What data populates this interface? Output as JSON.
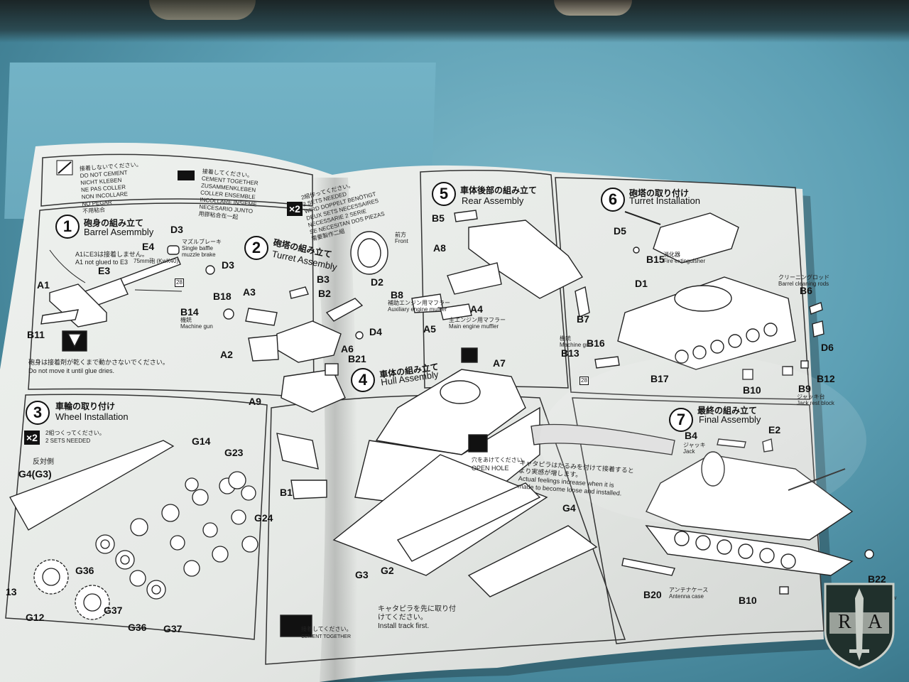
{
  "cement_legend": {
    "do_not_cement": [
      "接着しないでください。",
      "DO NOT CEMENT",
      "NICHT KLEBEN",
      "NE PAS COLLER",
      "NON INCOLLARE",
      "NO PEGAR",
      "不用粘合"
    ],
    "cement_together": [
      "接着してください。",
      "CEMENT TOGETHER",
      "ZUSAMMENKLEBEN",
      "COLLER ENSEMBLE",
      "INCOLLARE INSIEME",
      "NECESARIO JUNTO",
      "用膠粘合在一起"
    ],
    "sets_badge": "×2",
    "sets_needed": [
      "2組作ってください。",
      "2 SETS NEEDED",
      "WIRD DOPPELT BENÖTIGT",
      "DEUX SETS NECESSAIRES",
      "NECESSARIE 2 SERIE",
      "SE NECESITAN DOS PIEZAS",
      "需要製作二組"
    ]
  },
  "steps": [
    {
      "num": "1",
      "title_jp": "砲身の組み立て",
      "title_en": "Barrel Asemmbly"
    },
    {
      "num": "2",
      "title_jp": "砲塔の組み立て",
      "title_en": "Turret Assembly"
    },
    {
      "num": "3",
      "title_jp": "車輪の取り付け",
      "title_en": "Wheel Installation"
    },
    {
      "num": "4",
      "title_jp": "車体の組み立て",
      "title_en": "Hull Assembly"
    },
    {
      "num": "5",
      "title_jp": "車体後部の組み立て",
      "title_en": "Rear Assembly"
    },
    {
      "num": "6",
      "title_jp": "砲塔の取り付け",
      "title_en": "Turret Installation"
    },
    {
      "num": "7",
      "title_jp": "最終の組み立て",
      "title_en": "Final Assembly"
    }
  ],
  "step1": {
    "parts": [
      "D3",
      "E4",
      "E3",
      "A1",
      "B11",
      "B14",
      "D3"
    ],
    "muzzle_brake": [
      "マズルブレーキ",
      "Single baffle",
      "muzzle brake"
    ],
    "barrel_note": "75mm砲 (KwK40)",
    "glue_note_jp": "A1にE3は接着しません。",
    "glue_note_en": "A1 not glued to E3",
    "machine_gun": [
      "機銃",
      "Machine gun"
    ],
    "dry_note_jp": "砲身は接着剤が乾くまで動かさないでください。",
    "dry_note_en": "Do not move it until glue dries.",
    "small_box": "28"
  },
  "step2": {
    "parts": [
      "B3",
      "D2",
      "B2",
      "B18",
      "A3",
      "D4",
      "A6",
      "A2",
      "B21",
      "A9"
    ],
    "front_jp": "前方",
    "front_en": "Front"
  },
  "step3": {
    "badge": "×2",
    "note_jp": "2組つくってください。",
    "note_en": "2 SETS NEEDED",
    "side_jp": "反対側",
    "parts": [
      "G14",
      "G23",
      "G4(G3)",
      "G24",
      "G36",
      "G37",
      "13",
      "G12",
      "G36",
      "G37"
    ]
  },
  "step4": {
    "parts": [
      "A7",
      "B1",
      "G3",
      "G2",
      "G4"
    ],
    "open_hole_jp": "穴をあけてください。",
    "open_hole_en": "OPEN HOLE",
    "track_note_jp": [
      "キャタピラを先に取り付",
      "けてください。"
    ],
    "track_note_en": "Install track first.",
    "cement_jp": "接着してください。",
    "cement_en": "CEMENT TOGETHER",
    "track_sag_jp": [
      "キャタピラはたるみを付けて接着すると",
      "より実感が増します。"
    ],
    "track_sag_en": [
      "Actual feelings increase when it is",
      "made to become loose and installed."
    ]
  },
  "step5": {
    "parts": [
      "B5",
      "A8",
      "B8",
      "A4",
      "A5",
      "B7"
    ],
    "aux_muffler": [
      "補助エンジン用マフラー",
      "Auxiliary engine muffler"
    ],
    "main_muffler": [
      "主エンジン用マフラー",
      "Main engine muffler"
    ]
  },
  "step6": {
    "parts": [
      "D5",
      "B15",
      "D1",
      "B6",
      "B16",
      "B13",
      "B17",
      "B10",
      "B9",
      "B12",
      "D6"
    ],
    "fire_ext": [
      "消化器",
      "Fire extinguisher"
    ],
    "cleaning_rod": [
      "クリーニングロッド",
      "Barrel cleaning rods"
    ],
    "machine_gun": [
      "機銃",
      "Machine gun"
    ],
    "jack_block": [
      "ジャッキ台",
      "Jack rest block"
    ],
    "small_box": "28"
  },
  "step7": {
    "parts": [
      "B4",
      "E2",
      "B20",
      "B10",
      "B22"
    ],
    "jack": [
      "ジャッキ",
      "Jack"
    ],
    "antenna": [
      "アンテナケース",
      "Antenna case"
    ],
    "tow": "Tow"
  },
  "logo": {
    "left": "R",
    "right": "A"
  },
  "colors": {
    "desk": "#5c9fb4",
    "paper": "#e9ece9",
    "ink": "#111111",
    "shield": "#20302c"
  }
}
